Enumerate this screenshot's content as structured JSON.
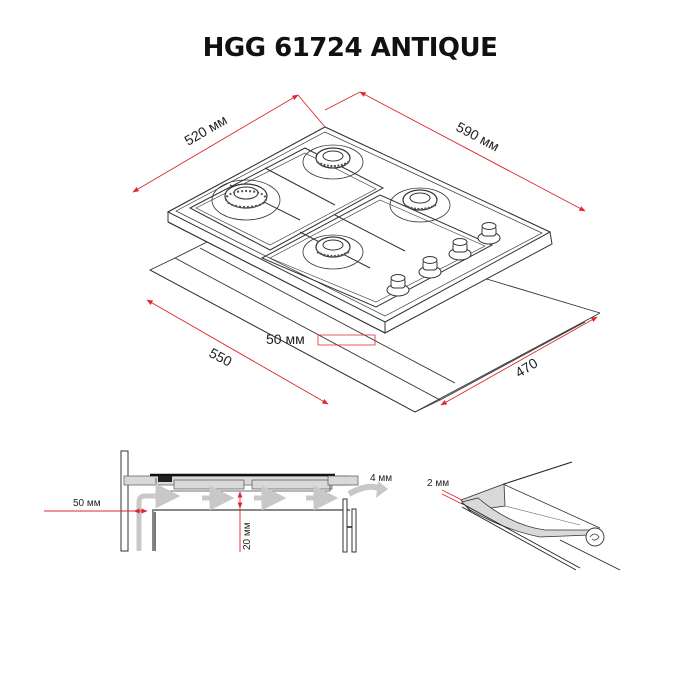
{
  "title": "HGG 61724 ANTIQUE",
  "colors": {
    "dimension_line": "#e0262e",
    "outline": "#333333",
    "airflow_arrow": "#c8c8c8",
    "panel_fill": "#d9d9d9",
    "text": "#222222"
  },
  "top_view": {
    "dimensions": {
      "depth": "520 мм",
      "width": "590 мм",
      "cutout_offset": "50 мм",
      "cutout_width": "550",
      "cutout_depth": "470"
    },
    "burners": [
      {
        "name": "rear-left-burner"
      },
      {
        "name": "rear-right-burner"
      },
      {
        "name": "front-left-burner"
      },
      {
        "name": "front-right-burner"
      }
    ],
    "knobs_count": 4
  },
  "side_view": {
    "dimensions": {
      "wall_gap": "50 мм",
      "air_gap": "20 мм",
      "edge_gap": "4 мм"
    }
  },
  "seal_view": {
    "dimensions": {
      "seal_thickness": "2 мм"
    }
  }
}
